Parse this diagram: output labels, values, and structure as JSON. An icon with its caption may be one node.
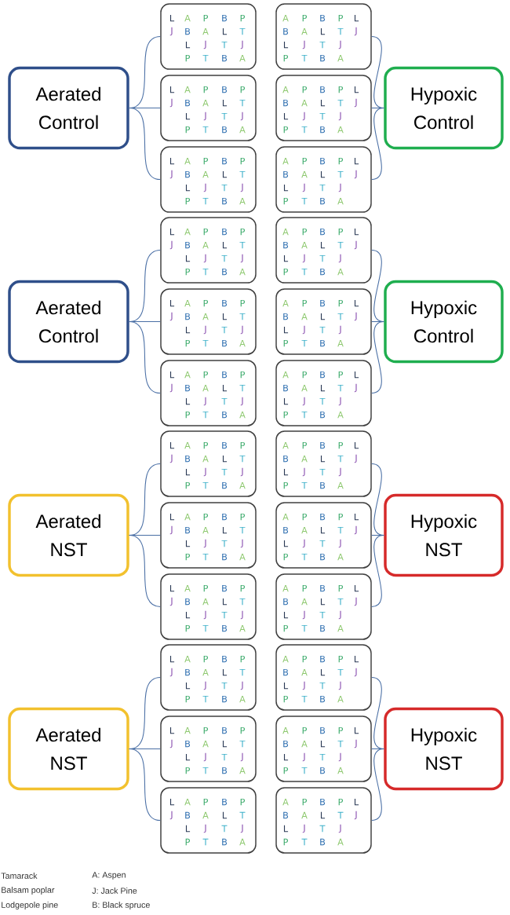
{
  "diagram": {
    "nodes": [
      {
        "text": [
          "Aerated Control"
        ]
      },
      {
        "text": [
          "L",
          "A",
          "P",
          "B",
          "P",
          "J",
          "B",
          "A",
          "L",
          "T",
          "L",
          "J",
          "T",
          "J",
          "P",
          "T",
          "B",
          "A"
        ]
      },
      {
        "text": [
          "L",
          "A",
          "P",
          "B",
          "P",
          "J",
          "B",
          "A",
          "L",
          "T",
          "L",
          "J",
          "T",
          "J",
          "P",
          "T",
          "B",
          "A"
        ]
      },
      {
        "text": [
          "L",
          "A",
          "P",
          "B",
          "P",
          "J",
          "B",
          "A",
          "L",
          "T",
          "L",
          "J",
          "T",
          "J",
          "P",
          "T",
          "B",
          "A"
        ]
      },
      {
        "text": [
          "A",
          "P",
          "B",
          "P",
          "L",
          "B",
          "A",
          "L",
          "T",
          "J",
          "L",
          "J",
          "T",
          "J",
          "P",
          "T",
          "B",
          "A"
        ]
      },
      {
        "text": [
          "A",
          "P",
          "B",
          "P",
          "L",
          "B",
          "A",
          "L",
          "T",
          "J",
          "L",
          "J",
          "T",
          "J",
          "P",
          "T",
          "B",
          "A"
        ]
      },
      {
        "text": [
          "A",
          "P",
          "B",
          "P",
          "L",
          "B",
          "A",
          "L",
          "T",
          "J",
          "L",
          "J",
          "T",
          "J",
          "P",
          "T",
          "B",
          "A"
        ]
      },
      {
        "text": [
          "Hypoxic Control"
        ]
      },
      {
        "text": [
          "Aerated Control"
        ]
      },
      {
        "text": [
          "L",
          "A",
          "P",
          "B",
          "P",
          "J",
          "B",
          "A",
          "L",
          "T",
          "L",
          "J",
          "T",
          "J",
          "P",
          "T",
          "B",
          "A"
        ]
      },
      {
        "text": [
          "L",
          "A",
          "P",
          "B",
          "P",
          "J",
          "B",
          "A",
          "L",
          "T",
          "L",
          "J",
          "T",
          "J",
          "P",
          "T",
          "B",
          "A"
        ]
      },
      {
        "text": [
          "L",
          "A",
          "P",
          "B",
          "P",
          "J",
          "B",
          "A",
          "L",
          "T",
          "L",
          "J",
          "T",
          "J",
          "P",
          "T",
          "B",
          "A"
        ]
      },
      {
        "text": [
          "A",
          "P",
          "B",
          "P",
          "L",
          "B",
          "A",
          "L",
          "T",
          "J",
          "L",
          "J",
          "T",
          "J",
          "P",
          "T",
          "B",
          "A"
        ]
      },
      {
        "text": [
          "A",
          "P",
          "B",
          "P",
          "L",
          "B",
          "A",
          "L",
          "T",
          "J",
          "L",
          "J",
          "T",
          "J",
          "P",
          "T",
          "B",
          "A"
        ]
      },
      {
        "text": [
          "A",
          "P",
          "B",
          "P",
          "L",
          "B",
          "A",
          "L",
          "T",
          "J",
          "L",
          "J",
          "T",
          "J",
          "P",
          "T",
          "B",
          "A"
        ]
      },
      {
        "text": [
          "Hypoxic Control"
        ]
      },
      {
        "text": [
          "Aerated NST"
        ]
      },
      {
        "text": [
          "L",
          "A",
          "P",
          "B",
          "P",
          "J",
          "B",
          "A",
          "L",
          "T",
          "L",
          "J",
          "T",
          "J",
          "P",
          "T",
          "B",
          "A"
        ]
      },
      {
        "text": [
          "L",
          "A",
          "P",
          "B",
          "P",
          "J",
          "B",
          "A",
          "L",
          "T",
          "L",
          "J",
          "T",
          "J",
          "P",
          "T",
          "B",
          "A"
        ]
      },
      {
        "text": [
          "L",
          "A",
          "P",
          "B",
          "P",
          "J",
          "B",
          "A",
          "L",
          "T",
          "L",
          "J",
          "T",
          "J",
          "P",
          "T",
          "B",
          "A"
        ]
      },
      {
        "text": [
          "A",
          "P",
          "B",
          "P",
          "L",
          "B",
          "A",
          "L",
          "T",
          "J",
          "L",
          "J",
          "T",
          "J",
          "P",
          "T",
          "B",
          "A"
        ]
      },
      {
        "text": [
          "A",
          "P",
          "B",
          "P",
          "L",
          "B",
          "A",
          "L",
          "T",
          "J",
          "L",
          "J",
          "T",
          "J",
          "P",
          "T",
          "B",
          "A"
        ]
      },
      {
        "text": [
          "A",
          "P",
          "B",
          "P",
          "L",
          "B",
          "A",
          "L",
          "T",
          "J",
          "L",
          "J",
          "T",
          "J",
          "P",
          "T",
          "B",
          "A"
        ]
      },
      {
        "text": [
          "Hypoxic NST"
        ]
      },
      {
        "text": [
          "Aerated NST"
        ]
      },
      {
        "text": [
          "L",
          "A",
          "P",
          "B",
          "P",
          "J",
          "B",
          "A",
          "L",
          "T",
          "L",
          "J",
          "T",
          "J",
          "P",
          "T",
          "B",
          "A"
        ]
      },
      {
        "text": [
          "L",
          "A",
          "P",
          "B",
          "P",
          "J",
          "B",
          "A",
          "L",
          "T",
          "L",
          "J",
          "T",
          "J",
          "P",
          "T",
          "B",
          "A"
        ]
      },
      {
        "text": [
          "L",
          "A",
          "P",
          "B",
          "P",
          "J",
          "B",
          "A",
          "L",
          "T",
          "L",
          "J",
          "T",
          "J",
          "P",
          "T",
          "B",
          "A"
        ]
      },
      {
        "text": [
          "A",
          "P",
          "B",
          "P",
          "L",
          "B",
          "A",
          "L",
          "T",
          "J",
          "L",
          "J",
          "T",
          "J",
          "P",
          "T",
          "B",
          "A"
        ]
      },
      {
        "text": [
          "A",
          "P",
          "B",
          "P",
          "L",
          "B",
          "A",
          "L",
          "T",
          "J",
          "L",
          "J",
          "T",
          "J",
          "P",
          "T",
          "B",
          "A"
        ]
      },
      {
        "text": [
          "A",
          "P",
          "B",
          "P",
          "L",
          "B",
          "A",
          "L",
          "T",
          "J",
          "L",
          "J",
          "T",
          "J",
          "P",
          "T",
          "B",
          "A"
        ]
      },
      {
        "text": [
          "Hypoxic NST"
        ]
      }
    ],
    "edges": [
      {
        "from": 0,
        "to": 1,
        "arrow": "none"
      },
      {
        "from": 0,
        "to": 2,
        "arrow": "none"
      },
      {
        "from": 0,
        "to": 3,
        "arrow": "none"
      },
      {
        "from": 7,
        "to": 4,
        "arrow": "none"
      },
      {
        "from": 7,
        "to": 5,
        "arrow": "none"
      },
      {
        "from": 7,
        "to": 6,
        "arrow": "none"
      },
      {
        "from": 8,
        "to": 9,
        "arrow": "none"
      },
      {
        "from": 8,
        "to": 10,
        "arrow": "none"
      },
      {
        "from": 8,
        "to": 11,
        "arrow": "none"
      },
      {
        "from": 15,
        "to": 12,
        "arrow": "none"
      },
      {
        "from": 15,
        "to": 13,
        "arrow": "none"
      },
      {
        "from": 15,
        "to": 14,
        "arrow": "none"
      },
      {
        "from": 16,
        "to": 17,
        "arrow": "none"
      },
      {
        "from": 16,
        "to": 18,
        "arrow": "none"
      },
      {
        "from": 16,
        "to": 19,
        "arrow": "none"
      },
      {
        "from": 23,
        "to": 20,
        "arrow": "none"
      },
      {
        "from": 23,
        "to": 21,
        "arrow": "none"
      },
      {
        "from": 23,
        "to": 22,
        "arrow": "none"
      },
      {
        "from": 24,
        "to": 25,
        "arrow": "none"
      },
      {
        "from": 24,
        "to": 26,
        "arrow": "none"
      },
      {
        "from": 24,
        "to": 27,
        "arrow": "none"
      },
      {
        "from": 31,
        "to": 28,
        "arrow": "none"
      },
      {
        "from": 31,
        "to": 29,
        "arrow": "none"
      },
      {
        "from": 31,
        "to": 30,
        "arrow": "none"
      }
    ],
    "labels": [
      "Tamarack",
      "A: Aspen",
      "Balsam poplar",
      "J: Jack Pine",
      "Lodgepole pine",
      "B: Black spruce"
    ]
  }
}
